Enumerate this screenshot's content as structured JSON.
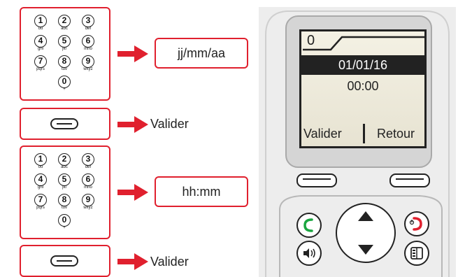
{
  "colors": {
    "accent": "#e0202e",
    "green": "#1aa640",
    "red": "#e0202e"
  },
  "keypad_keys": [
    {
      "n": "1",
      "s": "oo"
    },
    {
      "n": "2",
      "s": "abc"
    },
    {
      "n": "3",
      "s": "def"
    },
    {
      "n": "4",
      "s": "ghi"
    },
    {
      "n": "5",
      "s": "jkl"
    },
    {
      "n": "6",
      "s": "mno"
    },
    {
      "n": "7",
      "s": "pqrs"
    },
    {
      "n": "8",
      "s": "tuv"
    },
    {
      "n": "9",
      "s": "wxyz"
    },
    {
      "n": "0",
      "s": "+"
    }
  ],
  "steps": {
    "step1_value": "jj/mm/aa",
    "step2_label": "Valider",
    "step3_value": "hh:mm",
    "step4_label": "Valider"
  },
  "screen": {
    "line_number": "0",
    "date": "01/01/16",
    "time": "00:00",
    "left_softkey": "Valider",
    "right_softkey": "Retour"
  },
  "icons": [
    "arrow-right-icon",
    "softkey-icon",
    "call-icon",
    "end-call-icon",
    "speaker-icon",
    "phonebook-icon",
    "nav-up-icon",
    "nav-down-icon"
  ]
}
